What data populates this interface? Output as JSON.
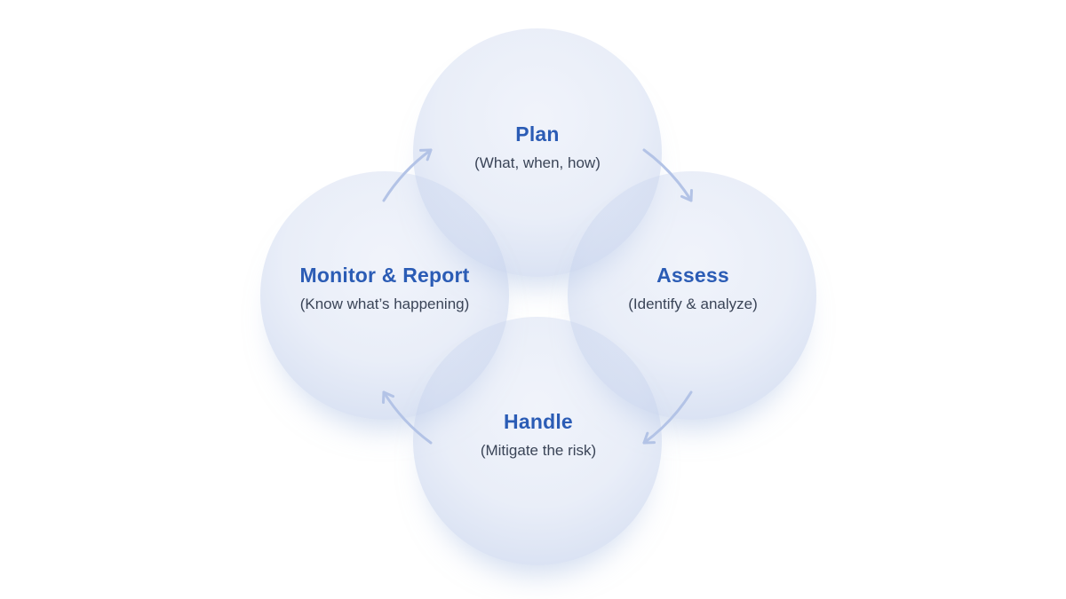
{
  "background_color": "#ffffff",
  "colors": {
    "node_title": "#2b5cb5",
    "node_subtitle": "#3a4457",
    "circle_fill": "#e9eef8",
    "circle_overlap": "#dce4f3",
    "arrow": "#b3c3e6"
  },
  "nodes": {
    "plan": {
      "label": "Plan",
      "sublabel": "(What, when, how)"
    },
    "assess": {
      "label": "Assess",
      "sublabel": "(Identify & analyze)"
    },
    "handle": {
      "label": "Handle",
      "sublabel": "(Mitigate the risk)"
    },
    "monitor": {
      "label": "Monitor & Report",
      "sublabel": "(Know what’s happening)"
    }
  },
  "cycle_order": [
    "Plan",
    "Assess",
    "Handle",
    "Monitor & Report"
  ]
}
